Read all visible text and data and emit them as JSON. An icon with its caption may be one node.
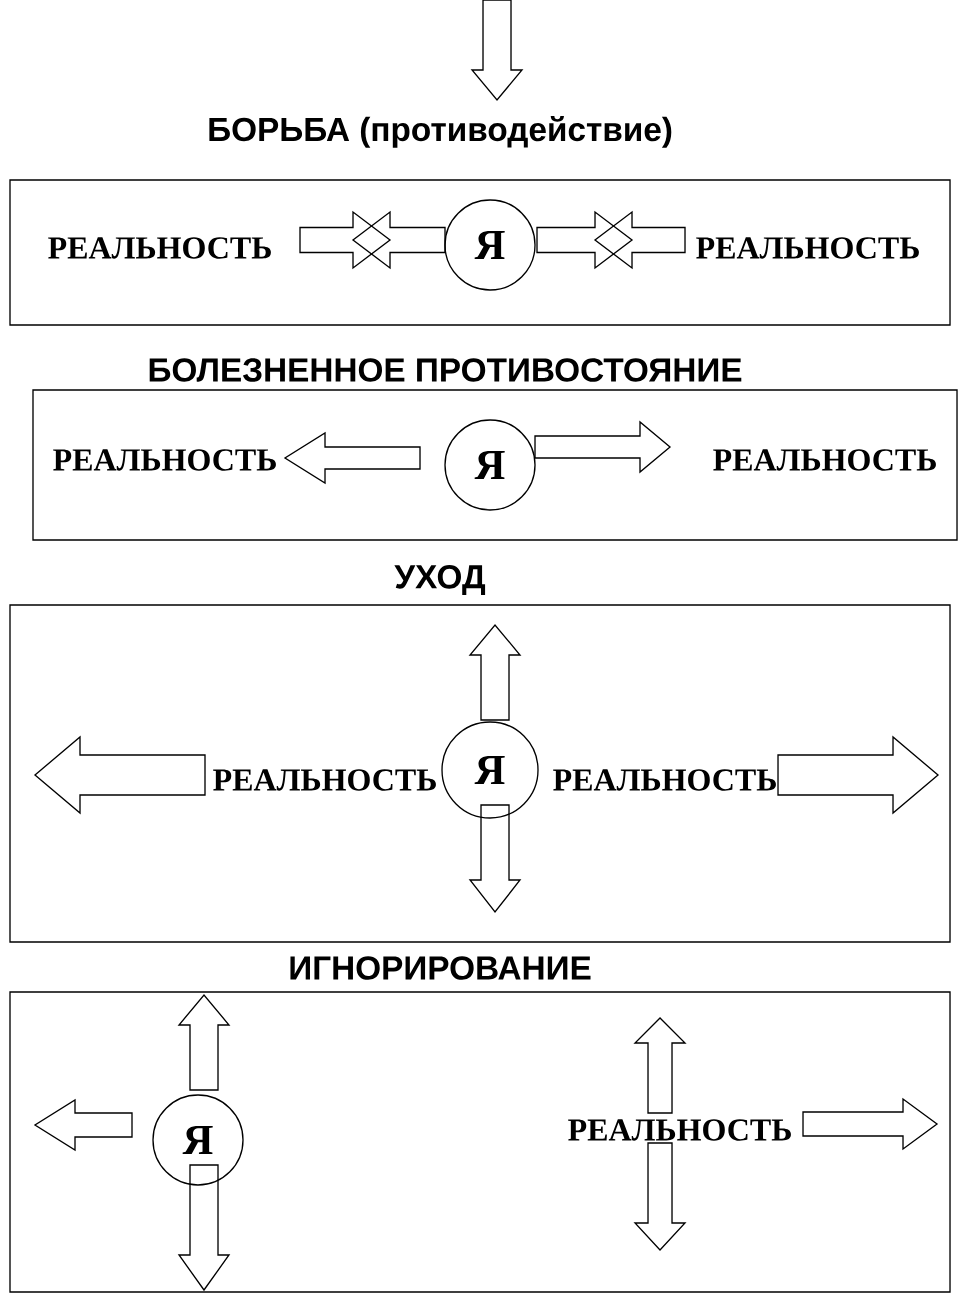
{
  "diagram": {
    "nodes": [
      {
        "text": [
          "БОРЬБА (противодействие)"
        ]
      },
      {
        "text": [
          "РЕАЛЬНОСТЬ"
        ],
        "in": 0
      },
      {
        "text": [
          "Я"
        ],
        "in": 0
      },
      {
        "text": [
          "РЕАЛЬНОСТЬ"
        ],
        "in": 0
      },
      {
        "text": [
          "БОЛЕЗНЕННОЕ ПРОТИВОСТОЯНИЕ"
        ]
      },
      {
        "text": [
          "РЕАЛЬНОСТЬ"
        ],
        "in": 4
      },
      {
        "text": [
          "Я"
        ],
        "in": 4
      },
      {
        "text": [
          "РЕАЛЬНОСТЬ"
        ],
        "in": 4
      },
      {
        "text": [
          "УХОД"
        ]
      },
      {
        "text": [
          "РЕАЛЬНОСТЬ"
        ],
        "in": 8
      },
      {
        "text": [
          "Я"
        ],
        "in": 8
      },
      {
        "text": [
          "РЕАЛЬНОСТЬ"
        ],
        "in": 8
      },
      {
        "text": [
          "ИГНОРИРОВАНИЕ"
        ]
      },
      {
        "text": [
          "Я"
        ],
        "in": 12
      },
      {
        "text": [
          "РЕАЛЬНОСТЬ"
        ],
        "in": 12
      }
    ],
    "edges": [
      {
        "from": null,
        "to": 0,
        "arrow": "to"
      },
      {
        "from": 1,
        "to": 2,
        "arrow": "to"
      },
      {
        "from": 2,
        "to": 1,
        "arrow": "to"
      },
      {
        "from": 2,
        "to": 3,
        "arrow": "to"
      },
      {
        "from": 3,
        "to": 2,
        "arrow": "to"
      },
      {
        "from": 6,
        "to": 5,
        "arrow": "to"
      },
      {
        "from": 6,
        "to": 7,
        "arrow": "to"
      },
      {
        "from": 10,
        "to": null,
        "arrow": "to"
      },
      {
        "from": 10,
        "to": null,
        "arrow": "to"
      },
      {
        "from": 9,
        "to": null,
        "arrow": "to"
      },
      {
        "from": 11,
        "to": null,
        "arrow": "to"
      },
      {
        "from": 13,
        "to": null,
        "arrow": "to"
      },
      {
        "from": 13,
        "to": null,
        "arrow": "to"
      },
      {
        "from": 13,
        "to": null,
        "arrow": "to"
      },
      {
        "from": 14,
        "to": null,
        "arrow": "to"
      },
      {
        "from": 14,
        "to": null,
        "arrow": "to"
      },
      {
        "from": 14,
        "to": null,
        "arrow": "to"
      }
    ]
  }
}
